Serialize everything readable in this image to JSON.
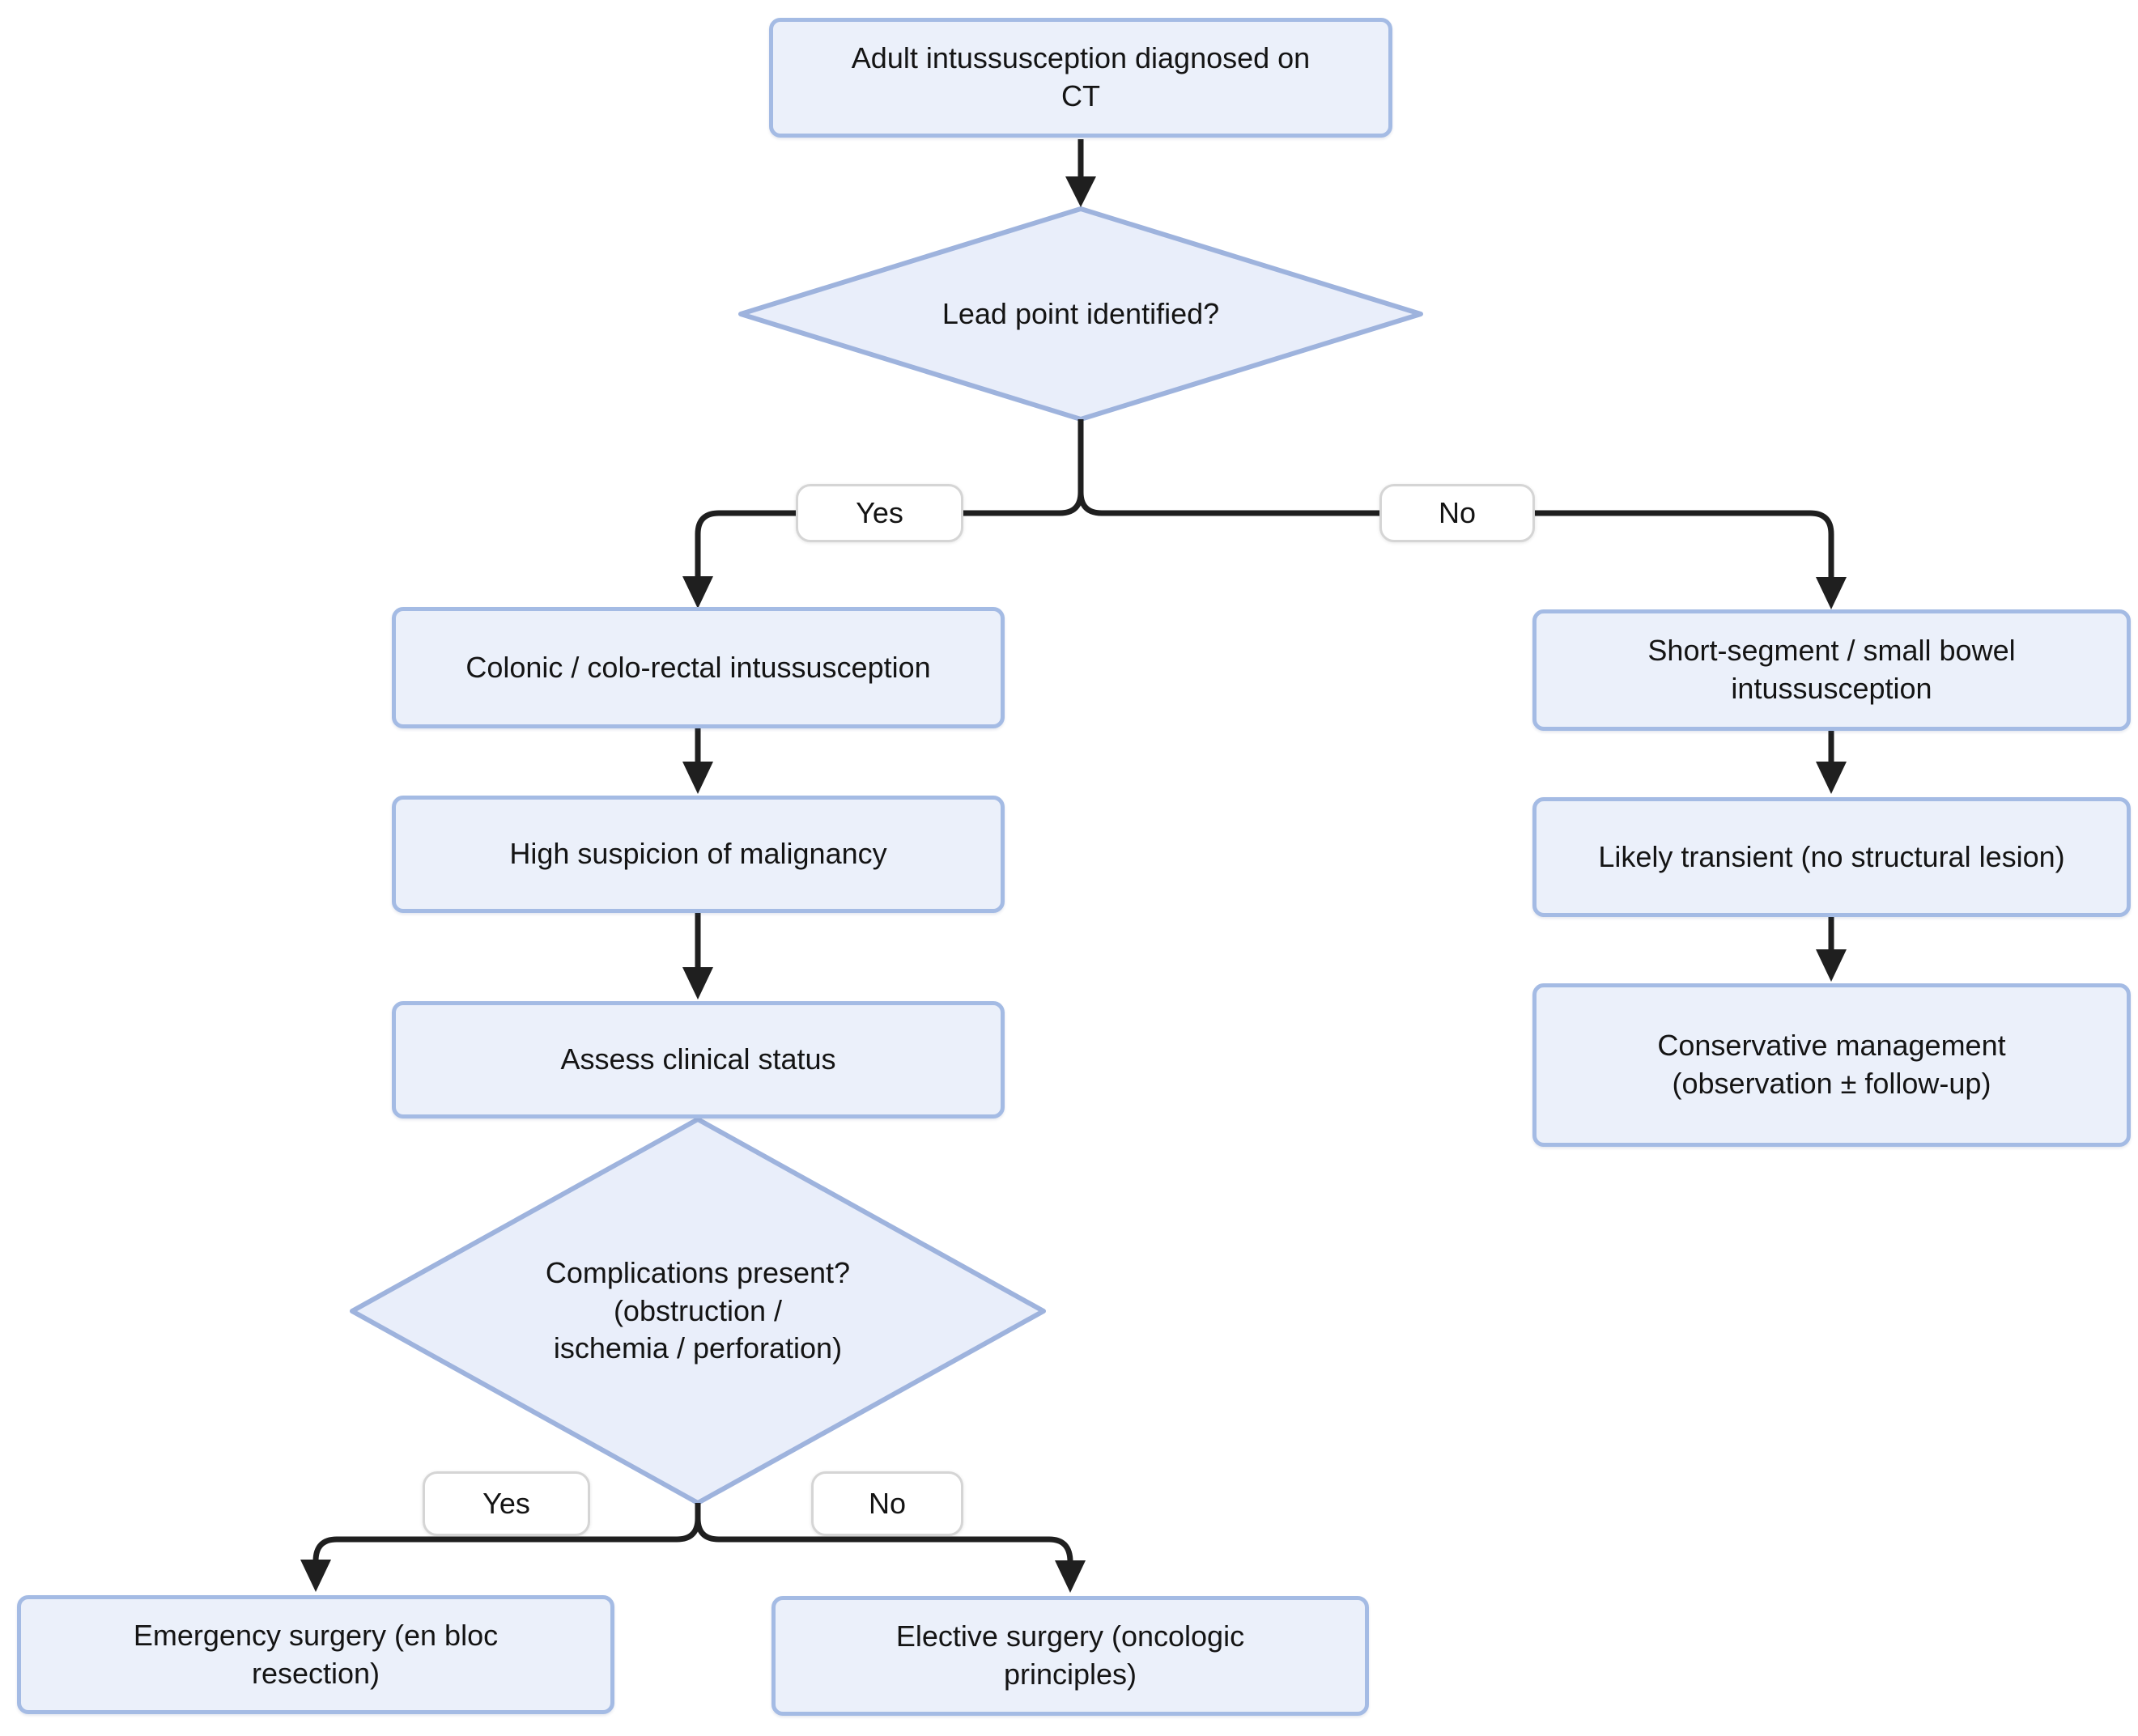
{
  "colors": {
    "node_fill": "#ebf0fa",
    "node_border": "#a4bbe4",
    "diamond_fill": "#e9eefa",
    "diamond_border": "#9eb3dd",
    "connector": "#1f1f1f",
    "label_fill": "#ffffff",
    "label_border": "#d5d5d5",
    "text": "#141414",
    "bg": "#ffffff"
  },
  "nodes": {
    "start": "Adult intussusception diagnosed on\nCT",
    "lead_point": "Lead point identified?",
    "colonic": "Colonic / colo-rectal intussusception",
    "high_suspicion": "High suspicion of malignancy",
    "assess": "Assess clinical status",
    "complications": "Complications present?\n(obstruction /\nischemia / perforation)",
    "emergency": "Emergency surgery (en bloc\nresection)",
    "elective": "Elective surgery (oncologic\nprinciples)",
    "short_segment": "Short-segment / small bowel\nintussusception",
    "transient": "Likely transient (no structural lesion)",
    "conservative": "Conservative management\n(observation ± follow-up)"
  },
  "edge_labels": {
    "lead_yes": "Yes",
    "lead_no": "No",
    "comp_yes": "Yes",
    "comp_no": "No"
  }
}
